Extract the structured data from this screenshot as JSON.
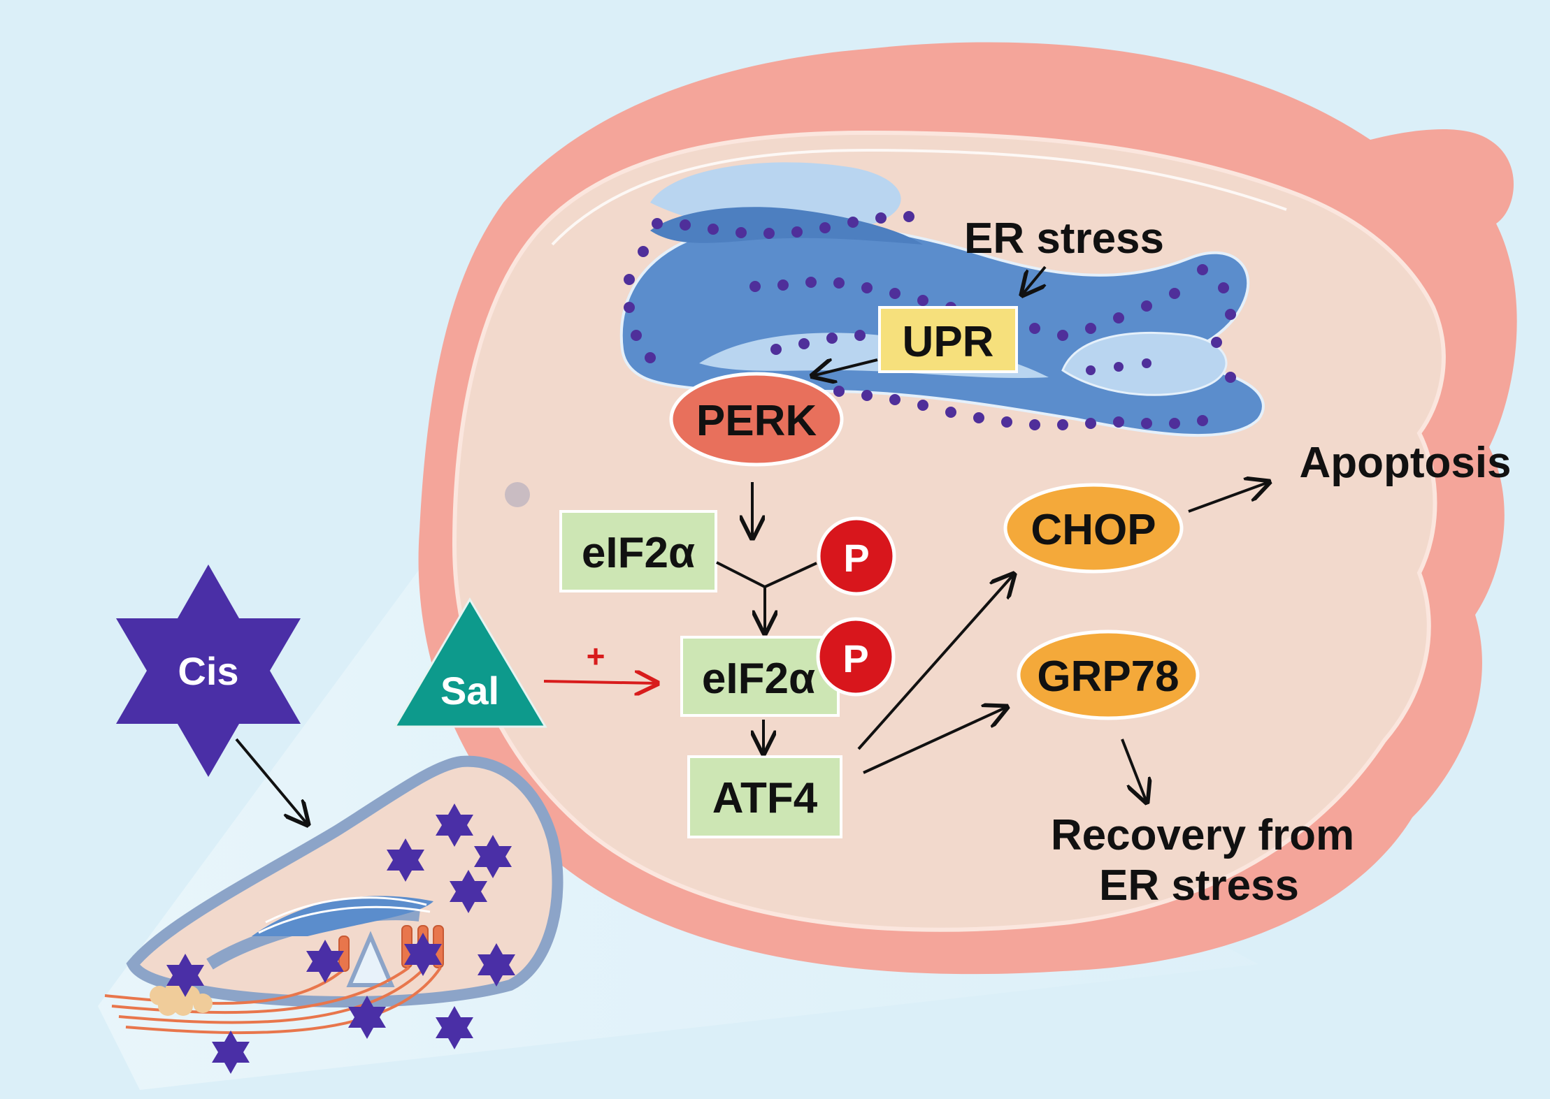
{
  "diagram": {
    "drug_cis": "Cis",
    "drug_sal": "Sal",
    "sal_effect_sign": "+",
    "er_stress": "ER stress",
    "upr": "UPR",
    "perk": "PERK",
    "eif2a": "eIF2α",
    "phospho": "P",
    "eif2a_p": "eIF2α",
    "atf4": "ATF4",
    "chop": "CHOP",
    "grp78": "GRP78",
    "apoptosis": "Apoptosis",
    "recovery_line1": "Recovery from",
    "recovery_line2": "ER stress"
  },
  "colors": {
    "background": "#dbeff8",
    "cell_body": "#f2d9cc",
    "cell_border": "#f4a59a",
    "er_fill": "#5b8dcc",
    "er_light": "#b9d5f0",
    "ribosome": "#4f2f9a",
    "cis_star": "#4a2fa6",
    "sal_triangle": "#0d9a8c",
    "perk_oval": "#e8705c",
    "phospho_circle": "#d8161c",
    "green_box": "#cde6b4",
    "upr_box": "#f6e07c",
    "orange_oval": "#f4a93a",
    "sal_arrow": "#d81c1c"
  },
  "icons": {
    "cis_shape": "six-point-star",
    "sal_shape": "triangle",
    "cochlea_illustration": "organ-of-corti-cross-section"
  }
}
